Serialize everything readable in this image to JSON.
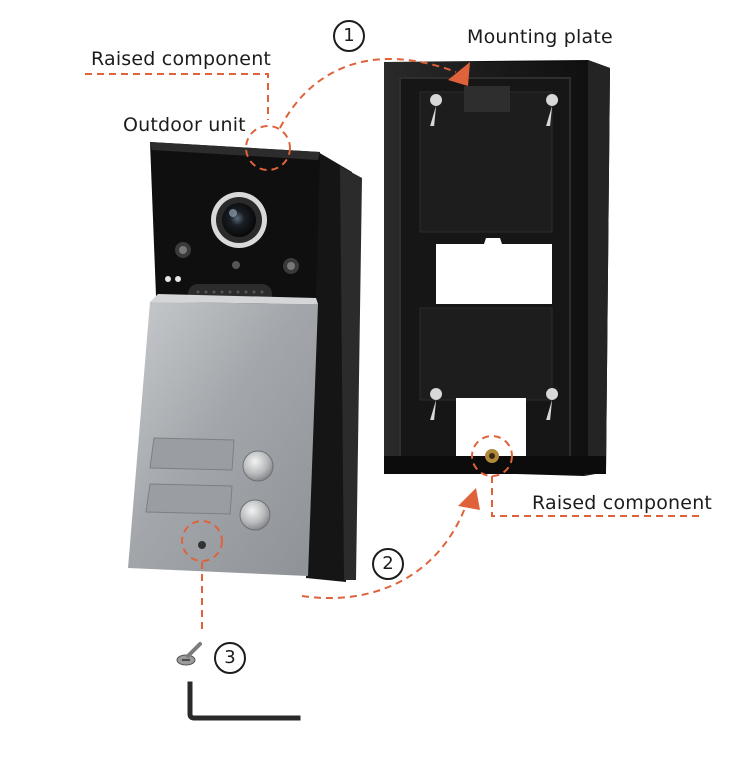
{
  "labels": {
    "raised_component_top": "Raised component",
    "outdoor_unit": "Outdoor unit",
    "mounting_plate": "Mounting plate",
    "raised_component_bottom": "Raised component"
  },
  "steps": {
    "step1": "1",
    "step2": "2",
    "step3": "3"
  },
  "colors": {
    "accent": "#e0623a",
    "label_text": "#1c1c1c",
    "panel_silver": "#a9adb1",
    "housing_black": "#1a1a1a"
  },
  "icons": [
    "camera-lens-icon",
    "speaker-grille-icon",
    "call-button-icon",
    "screw-icon",
    "hex-key-icon"
  ]
}
